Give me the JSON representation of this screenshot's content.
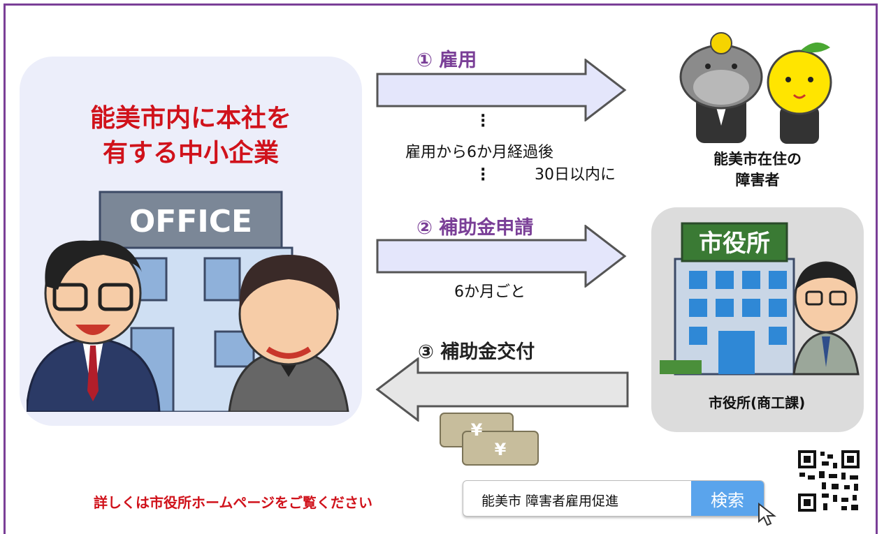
{
  "company": {
    "title": "能美市内に本社を\n有する中小企業",
    "office_sign": "OFFICE"
  },
  "steps": [
    {
      "label": "① 雇用"
    },
    {
      "label": "② 補助金申請"
    },
    {
      "label": "③ 補助金交付"
    }
  ],
  "timing": {
    "after_hire": "雇用から6か月経過後",
    "within": "30日以内に",
    "every": "6か月ごと"
  },
  "recipient": {
    "caption_line1": "能美市在住の",
    "caption_line2": "障害者"
  },
  "city_hall": {
    "sign": "市役所",
    "caption": "市役所(商工課)"
  },
  "money": {
    "symbol": "¥"
  },
  "footer": {
    "details": "詳しくは市役所ホームページをご覧ください",
    "search_query": "能美市 障害者雇用促進",
    "search_button": "検索"
  },
  "colors": {
    "frame": "#7a3f97",
    "accent_red": "#d0121b",
    "arrow_fill": "#e4e6fb",
    "search_button": "#5aa4ec"
  }
}
